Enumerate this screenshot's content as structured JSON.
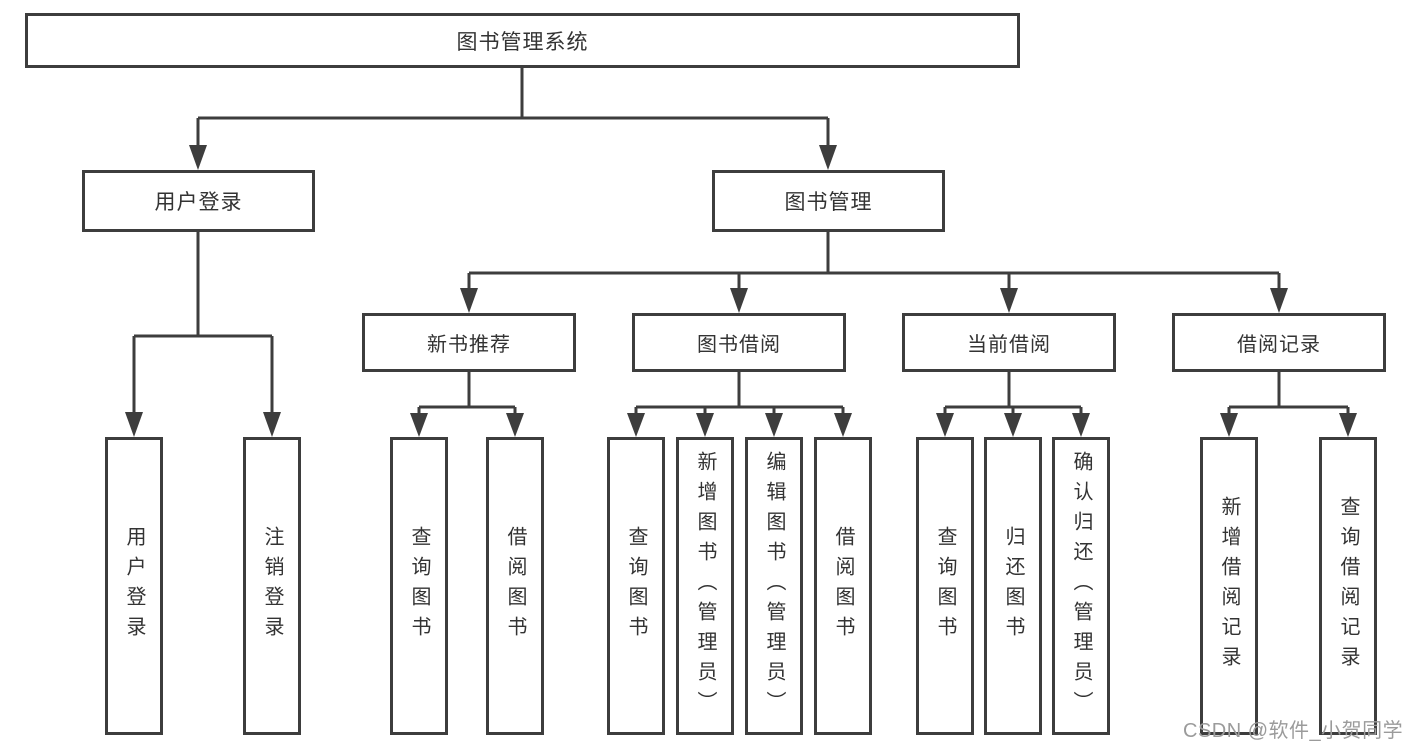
{
  "diagram": {
    "root": "图书管理系统",
    "branches": [
      {
        "label": "用户登录",
        "children": [
          "用户登录",
          "注销登录"
        ]
      },
      {
        "label": "图书管理",
        "modules": [
          {
            "label": "新书推荐",
            "children": [
              "查询图书",
              "借阅图书"
            ]
          },
          {
            "label": "图书借阅",
            "children": [
              "查询图书",
              "新增图书（管理员）",
              "编辑图书（管理员）",
              "借阅图书"
            ]
          },
          {
            "label": "当前借阅",
            "children": [
              "查询图书",
              "归还图书",
              "确认归还（管理员）"
            ]
          },
          {
            "label": "借阅记录",
            "children": [
              "新增借阅记录",
              "查询借阅记录"
            ]
          }
        ]
      }
    ]
  },
  "watermark": "CSDN @软件_小贺同学",
  "colors": {
    "line": "#3d3d3d",
    "text": "#333333",
    "watermark": "#9b9b9b"
  }
}
